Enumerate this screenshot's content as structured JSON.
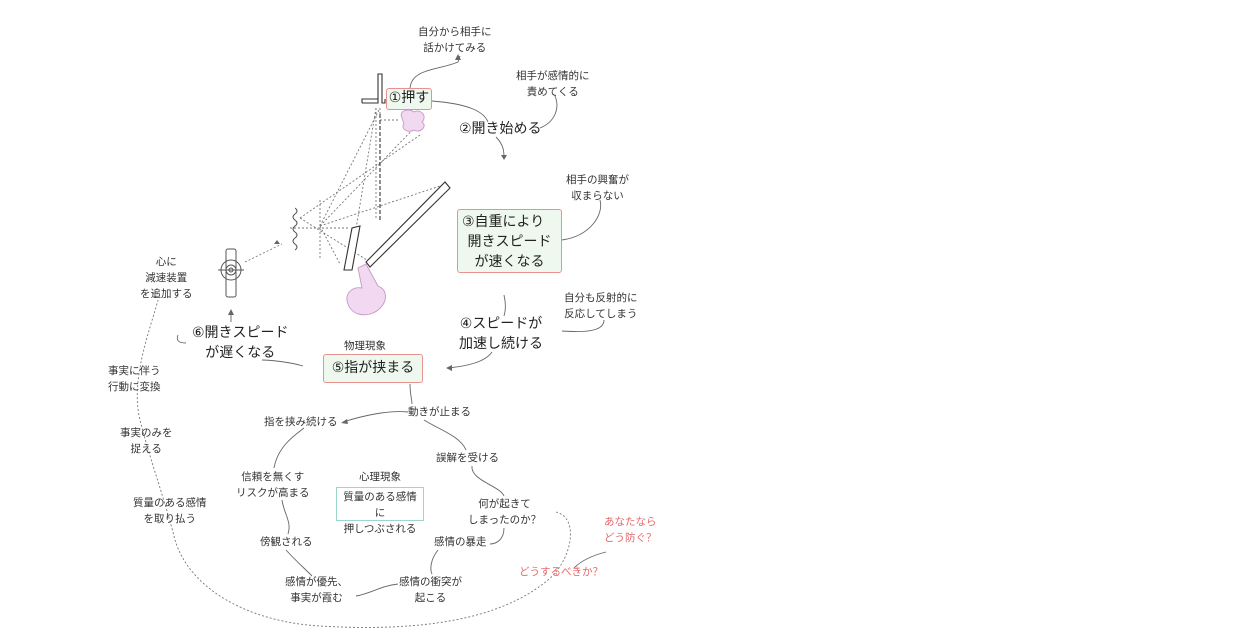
{
  "top": {
    "talk": [
      "自分から相手に",
      "話かけてみる"
    ],
    "push": "①押す",
    "blame": [
      "相手が感情的に",
      "責めてくる"
    ],
    "open_start": "②開き始める"
  },
  "middle": {
    "excite": [
      "相手の興奮が",
      "収まらない"
    ],
    "faster": [
      "③自重により",
      "開きスピード",
      "が速くなる"
    ],
    "react": [
      "自分も反射的に",
      "反応してしまう"
    ],
    "accel": [
      "④スピードが",
      "加速し続ける"
    ],
    "damper": [
      "心に",
      "減速装置",
      "を追加する"
    ],
    "slower": [
      "⑥開きスピード",
      "が遅くなる"
    ],
    "physical_label": "物理現象",
    "pinched": "⑤指が挟まる"
  },
  "lower": {
    "stops": "動きが止まる",
    "keep_pinched": "指を挟み続ける",
    "misunderstood": "誤解を受ける",
    "lose_trust": [
      "信頼を無くす",
      "リスクが高まる"
    ],
    "psych_label": "心理現象",
    "suppressed": [
      "質量のある感情に",
      "押しつぶされる"
    ],
    "what_happened": [
      "何が起きて",
      "しまったのか？"
    ],
    "ignored": "傍観される",
    "runaway": "感情の暴走",
    "emotion_first": [
      "感情が優先、",
      "事実が霞む"
    ],
    "conflict": [
      "感情の衝突が",
      "起こる"
    ]
  },
  "left": {
    "convert": [
      "事実に伴う",
      "行動に変換"
    ],
    "facts_only": [
      "事実のみを",
      "捉える"
    ],
    "remove": [
      "質量のある感情",
      "を取り払う"
    ]
  },
  "question": {
    "you": [
      "あなたなら",
      "どう防ぐ？"
    ],
    "should": "どうするべきか？"
  },
  "colors": {
    "box_border": "#e8928f",
    "box_fill": "#eef8ee",
    "question_red": "#e8686a",
    "psych_border": "#9fd6cb",
    "hand_fill": "#f2d9f2"
  }
}
